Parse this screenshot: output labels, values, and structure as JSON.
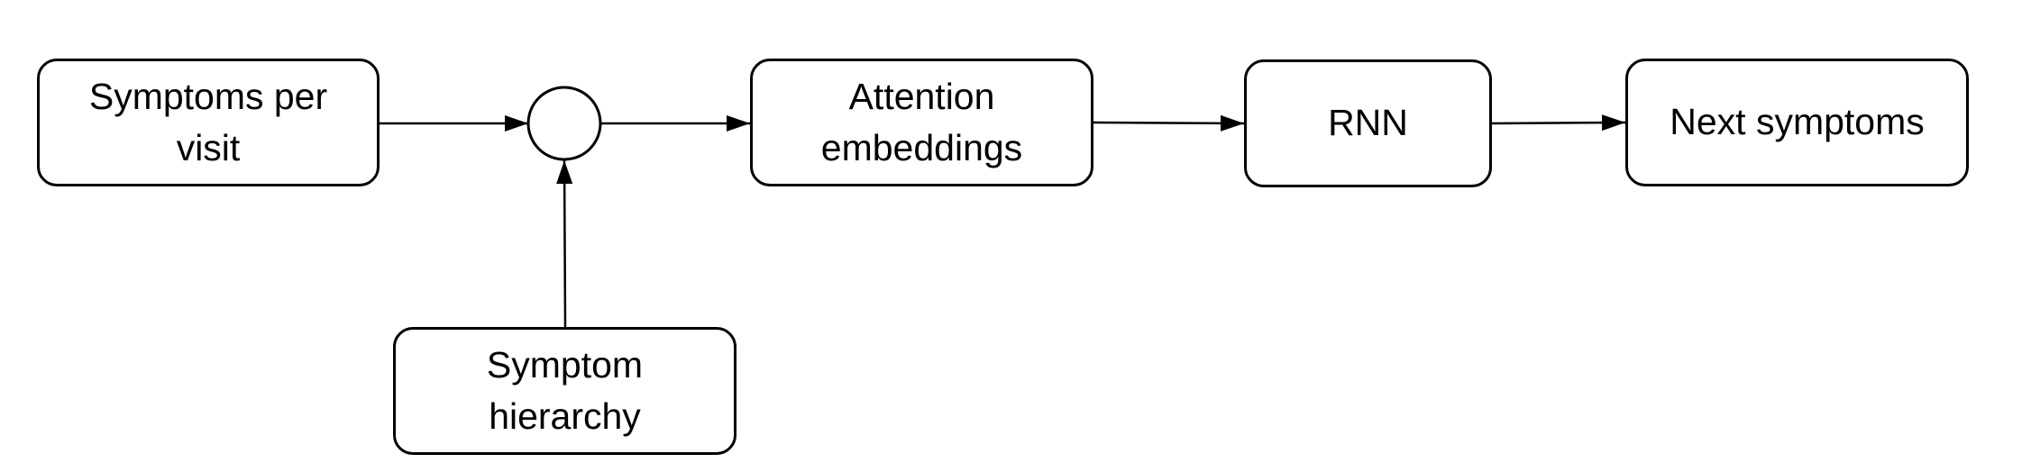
{
  "diagram": {
    "nodes": {
      "symptoms_per_visit": "Symptoms per visit",
      "symptom_hierarchy": "Symptom hierarchy",
      "attention_embeddings": "Attention embeddings",
      "rnn": "RNN",
      "next_symptoms": "Next symptoms"
    },
    "colors": {
      "stroke": "#000000",
      "fill": "#ffffff",
      "text": "#000000"
    }
  }
}
